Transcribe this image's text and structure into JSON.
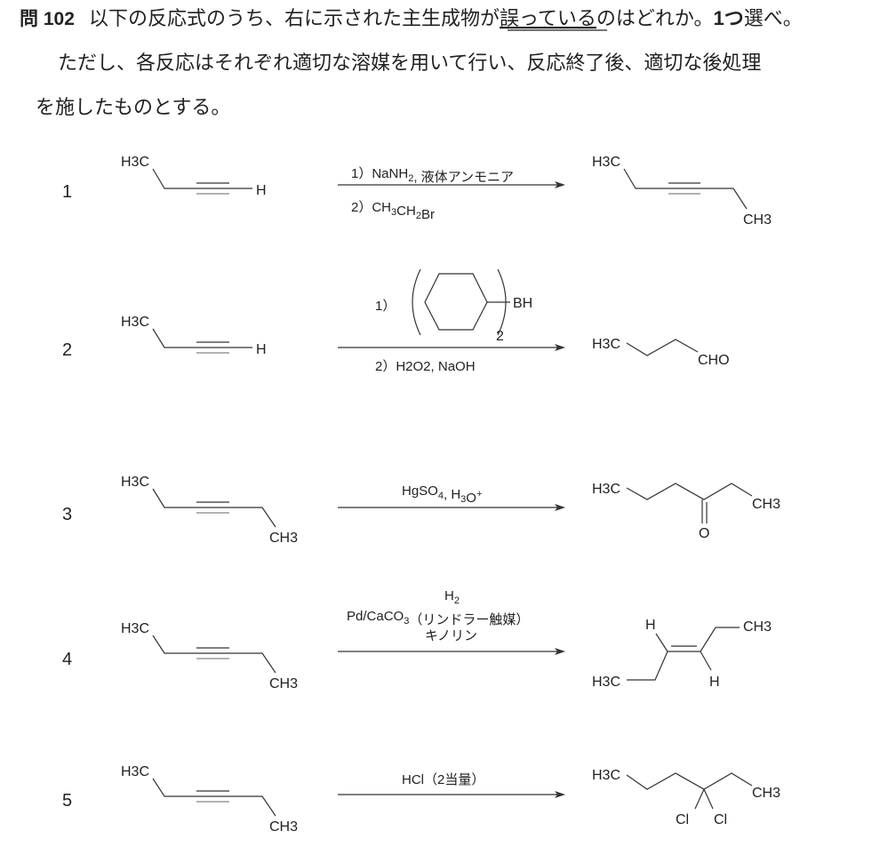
{
  "question": {
    "number": "問 102",
    "line1_a": "以下の反応式のうち、右に示された主生成物が",
    "line1_underlined": "誤っている",
    "line1_b": "のはどれか。",
    "line1_bold": "1つ",
    "line1_c": "選べ。",
    "line2": "ただし、各反応はそれぞれ適切な溶媒を用いて行い、反応終了後、適切な後処理",
    "line3": "を施したものとする。"
  },
  "reactions": [
    {
      "label": "1",
      "reactant": {
        "left": "H3C",
        "right": "H"
      },
      "reagents": {
        "step1": "1）NaNH2, 液体アンモニア",
        "step2": "2）CH3CH2Br"
      },
      "product": {
        "left": "H3C",
        "right": "CH3"
      }
    },
    {
      "label": "2",
      "reactant": {
        "left": "H3C",
        "right": "H"
      },
      "reagents": {
        "step1_prefix": "1）",
        "step1_group": "BH",
        "step1_sub": "2",
        "step2": "2）H2O2, NaOH"
      },
      "product": {
        "left": "H3C",
        "right": "CHO"
      }
    },
    {
      "label": "3",
      "reactant": {
        "left": "H3C",
        "right": "CH3"
      },
      "reagents": {
        "line1": "HgSO4, H3O+"
      },
      "product": {
        "left": "H3C",
        "right": "CH3",
        "oxygen": "O"
      }
    },
    {
      "label": "4",
      "reactant": {
        "left": "H3C",
        "right": "CH3"
      },
      "reagents": {
        "line1": "H2",
        "line2": "Pd/CaCO3（リンドラー触媒）",
        "line3": "キノリン"
      },
      "product": {
        "h_top": "H",
        "right": "CH3",
        "left": "H3C",
        "h_bottom": "H"
      }
    },
    {
      "label": "5",
      "reactant": {
        "left": "H3C",
        "right": "CH3"
      },
      "reagents": {
        "line1": "HCl（2当量）"
      },
      "product": {
        "left": "H3C",
        "right": "CH3",
        "cl1": "Cl",
        "cl2": "Cl"
      }
    }
  ]
}
